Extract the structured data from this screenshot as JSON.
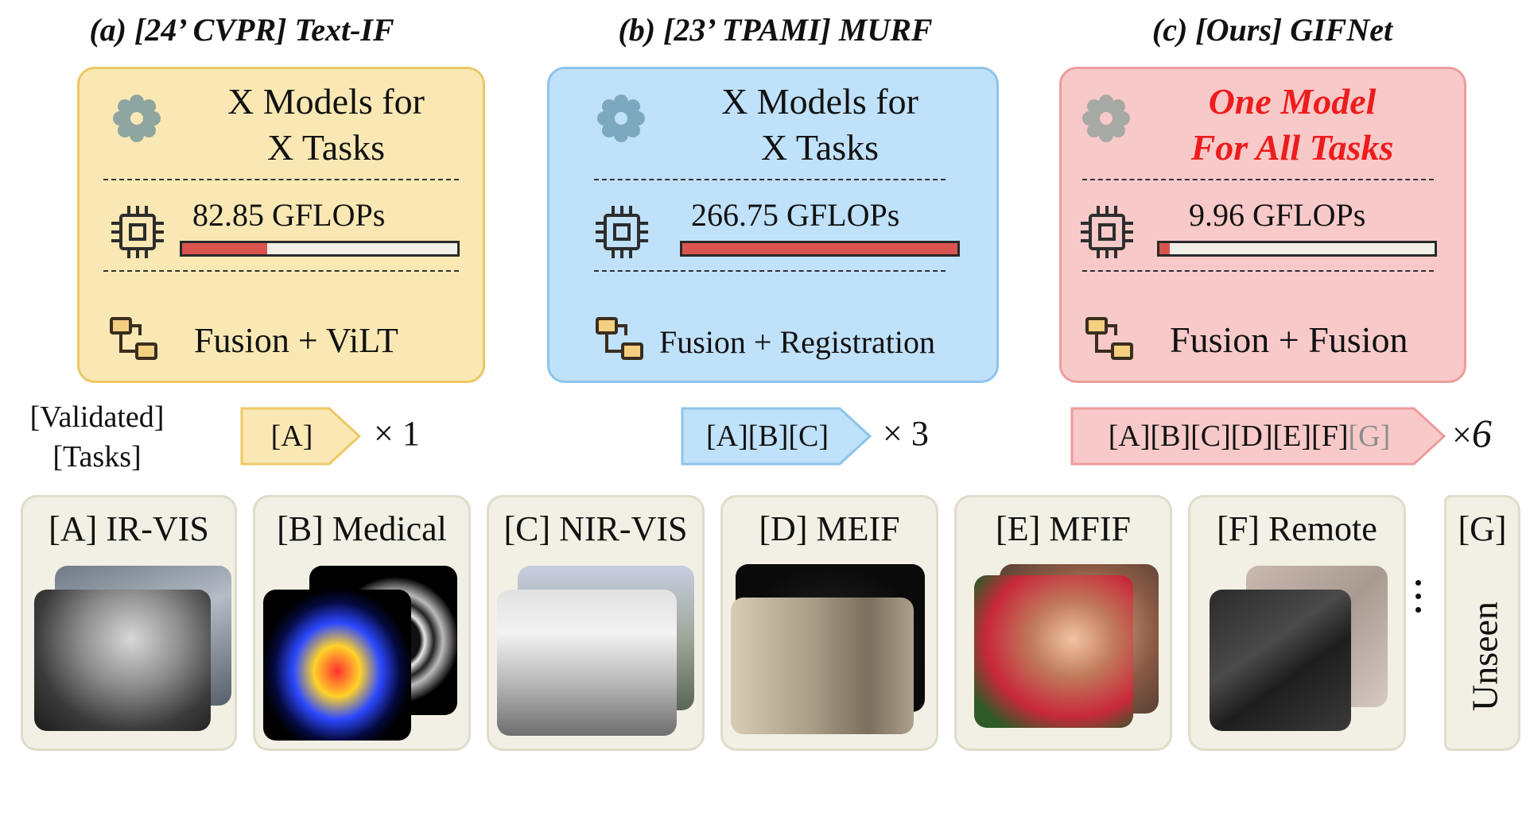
{
  "columns": [
    {
      "title": "(a) [24’ CVPR] Text-IF",
      "models_line1": "X Models for",
      "models_line2": "X Tasks",
      "gflops": "82.85 GFLOPs",
      "gflops_value": 82.85,
      "tasks": "Fusion + ViLT",
      "validated": "[A]",
      "multiplier_symbol": "×",
      "multiplier_value": "1",
      "color": "#fae8b4"
    },
    {
      "title": "(b) [23’ TPAMI] MURF",
      "models_line1": "X Models for",
      "models_line2": "X Tasks",
      "gflops": "266.75 GFLOPs",
      "gflops_value": 266.75,
      "tasks": "Fusion + Registration",
      "validated": "[A][B][C]",
      "multiplier_symbol": "×",
      "multiplier_value": "3",
      "color": "#bfe1f9"
    },
    {
      "title": "(c) [Ours] GIFNet",
      "models_line1": "One Model",
      "models_line2": "For All Tasks",
      "gflops": "9.96 GFLOPs",
      "gflops_value": 9.96,
      "tasks": "Fusion + Fusion",
      "validated": "[A][B][C][D][E][F]",
      "validated_extra": "[G]",
      "multiplier_symbol": "×",
      "multiplier_value": "6",
      "color": "#f8c9c9"
    }
  ],
  "gflops_max": 266.75,
  "validated_label_line1": "[Validated]",
  "validated_label_line2": "[Tasks]",
  "task_cards": [
    {
      "label": "[A] IR-VIS"
    },
    {
      "label": "[B] Medical"
    },
    {
      "label": "[C] NIR-VIS"
    },
    {
      "label": "[D] MEIF"
    },
    {
      "label": "[E] MFIF"
    },
    {
      "label": "[F] Remote"
    }
  ],
  "unseen": {
    "label": "[G]",
    "text": "Unseen"
  },
  "icons": [
    "gear-icon",
    "chip-icon",
    "flow-icon",
    "ellipsis-icon"
  ],
  "colors": {
    "highlight": "#ee1c1c",
    "bar_fill": "#d9534f",
    "yellow": "#fae8b4",
    "blue": "#bfe1f9",
    "red": "#f8c9c9"
  }
}
